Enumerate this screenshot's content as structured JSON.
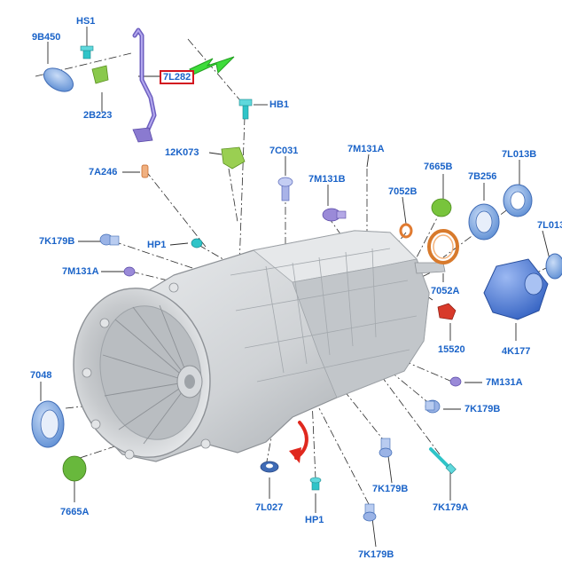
{
  "diagram": {
    "highlighted_part": "7L282",
    "labels": {
      "l_9B450": "9B450",
      "l_HS1": "HS1",
      "l_2B223": "2B223",
      "l_7L282": "7L282",
      "l_7A246": "7A246",
      "l_HB1": "HB1",
      "l_12K073": "12K073",
      "l_7C031": "7C031",
      "l_7M131A_top": "7M131A",
      "l_7M131B": "7M131B",
      "l_7665B": "7665B",
      "l_7L013B": "7L013B",
      "l_7L013_r": "7L013",
      "l_7052B": "7052B",
      "l_7B256": "7B256",
      "l_7K179B_l": "7K179B",
      "l_HP1_top": "HP1",
      "l_7M131A_l": "7M131A",
      "l_7052A": "7052A",
      "l_4K177": "4K177",
      "l_15520": "15520",
      "l_7048": "7048",
      "l_7M131A_r": "7M131A",
      "l_7K179B_r": "7K179B",
      "l_7665A": "7665A",
      "l_7L027": "7L027",
      "l_7K179B_mid": "7K179B",
      "l_7K179A": "7K179A",
      "l_HP1_bot": "HP1",
      "l_7K179B_bot": "7K179B"
    },
    "colors": {
      "label": "#1a63c8",
      "highlight_border": "#d3151f",
      "callout_arrow": "#3ddc3a",
      "rotation_arrow": "#e0281e",
      "housing": "#d4d6d8",
      "housing_edge": "#8d9196",
      "seal_blue": "#8fb3e6",
      "part_green": "#78c43c",
      "part_orange": "#e07a30",
      "part_cyan": "#2fc4c8",
      "part_purple": "#8a7ad0",
      "part_red": "#d83a2a",
      "cover_blue": "#4f7fe0"
    },
    "icons": {
      "callout": "green-arrow-icon",
      "rotation": "red-curved-arrow-icon"
    }
  }
}
